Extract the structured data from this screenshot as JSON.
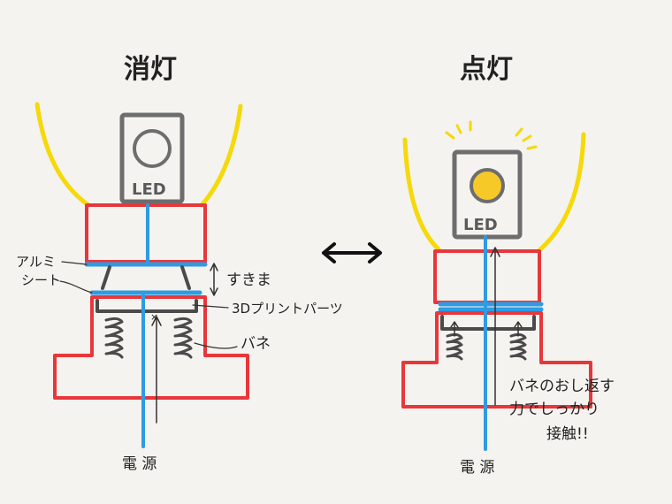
{
  "off": {
    "title": "消灯",
    "led_label": "LED",
    "label_aluminum_1": "アルミ",
    "label_aluminum_2": "シート",
    "label_gap": "すきま",
    "label_printed_part": "3Dプリントパーツ",
    "label_spring": "バネ",
    "label_power": "電 源"
  },
  "on": {
    "title": "点灯",
    "led_label": "LED",
    "note_line1": "バネのおし返す",
    "note_line2": "力でしっかり",
    "note_line3": "接触!!",
    "label_power": "電 源"
  },
  "arrow_symbol": "↔",
  "colors": {
    "red": "#e8373b",
    "blue": "#2f9be3",
    "yellow": "#f5d90a",
    "gray": "#6d6d6d",
    "dark": "#4a4a4a",
    "led_glow": "#f7c928",
    "background": "#f4f3ef"
  }
}
